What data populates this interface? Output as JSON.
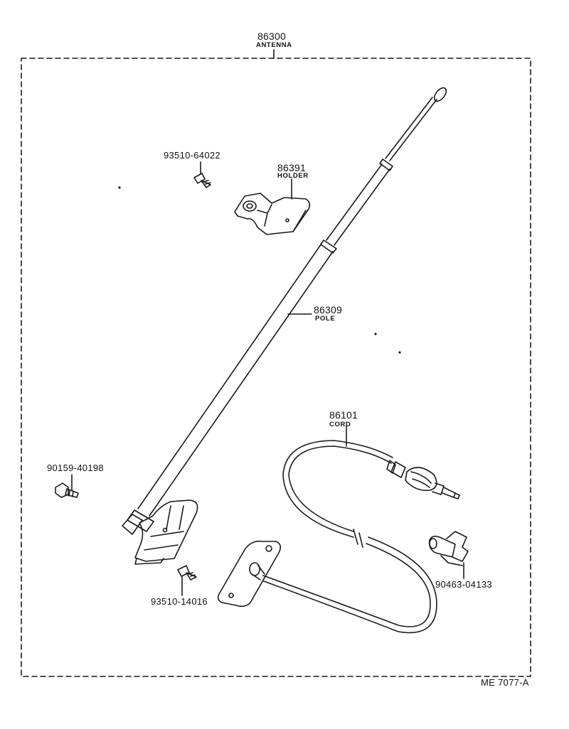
{
  "labels": {
    "antenna_no": "86300",
    "antenna_name": "ANTENNA",
    "screw_top_no": "93510-64022",
    "holder_no": "86391",
    "holder_name": "HOLDER",
    "pole_no": "86309",
    "pole_name": "POLE",
    "cord_no": "86101",
    "cord_name": "CORD",
    "bolt_no": "90159-40198",
    "screw_bottom_no": "93510-14016",
    "clamp_no": "90463-04133"
  },
  "diagram_ref": "ME 7077-A",
  "colors": {
    "line": "#1a1a1a",
    "background": "#ffffff"
  }
}
